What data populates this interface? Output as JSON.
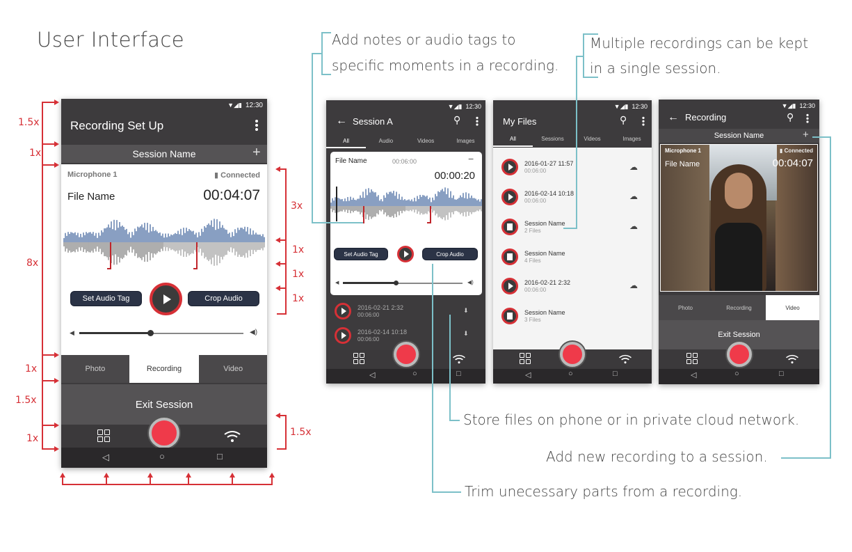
{
  "page_title": "User Interface",
  "status_time": "12:30",
  "annotations": {
    "notes_1": "Add notes or audio tags to",
    "notes_2": "specific moments in a recording.",
    "multi_1": "Multiple recordings can be kept",
    "multi_2": "in a single session.",
    "store": "Store files on phone or in private cloud network.",
    "add": "Add new recording to a session.",
    "trim": "Trim unecessary parts from a recording."
  },
  "dimensions": {
    "x1_5": "1.5x",
    "x1": "1x",
    "x8": "8x",
    "x3": "3x"
  },
  "phone1": {
    "title": "Recording Set Up",
    "session": "Session Name",
    "plus": "+",
    "mic": "Microphone 1",
    "connected": "Connected",
    "file": "File Name",
    "time": "00:04:07",
    "set_tag": "Set Audio Tag",
    "crop": "Crop Audio",
    "tabs": [
      "Photo",
      "Recording",
      "Video"
    ],
    "exit": "Exit Session"
  },
  "phone2": {
    "title": "Session A",
    "tabs": [
      "All",
      "Audio",
      "Videos",
      "Images"
    ],
    "file": "File Name",
    "small_time": "00:06:00",
    "time": "00:00:20",
    "set_tag": "Set Audio Tag",
    "crop": "Crop Audio",
    "items": [
      {
        "date": "2016-02-21 2:32",
        "dur": "00:06:00"
      },
      {
        "date": "2016-02-14 10:18",
        "dur": "00:06:00"
      }
    ]
  },
  "phone3": {
    "title": "My Files",
    "tabs": [
      "All",
      "Sessions",
      "Videos",
      "Images"
    ],
    "items": [
      {
        "title": "2016-01-27 11:57",
        "sub": "00:06:00"
      },
      {
        "title": "2016-02-14 10:18",
        "sub": "00:06:00"
      },
      {
        "title": "Session Name",
        "sub": "2 Files"
      },
      {
        "title": "Session Name",
        "sub": "4 Files"
      },
      {
        "title": "2016-02-21 2:32",
        "sub": "00:06:00"
      },
      {
        "title": "Session Name",
        "sub": "3 Files"
      }
    ]
  },
  "phone4": {
    "title": "Recording",
    "session": "Session Name",
    "plus": "+",
    "mic": "Microphone 1",
    "connected": "Connected",
    "file": "File Name",
    "time": "00:04:07",
    "tabs": [
      "Photo",
      "Recording",
      "Video"
    ],
    "exit": "Exit Session"
  },
  "nav": {
    "back": "◁",
    "home": "○",
    "recent": "□"
  },
  "colors": {
    "accent": "#d63036",
    "teal": "#7cc0c8",
    "record": "#ef3a4a",
    "dark": "#3d3b3d"
  }
}
